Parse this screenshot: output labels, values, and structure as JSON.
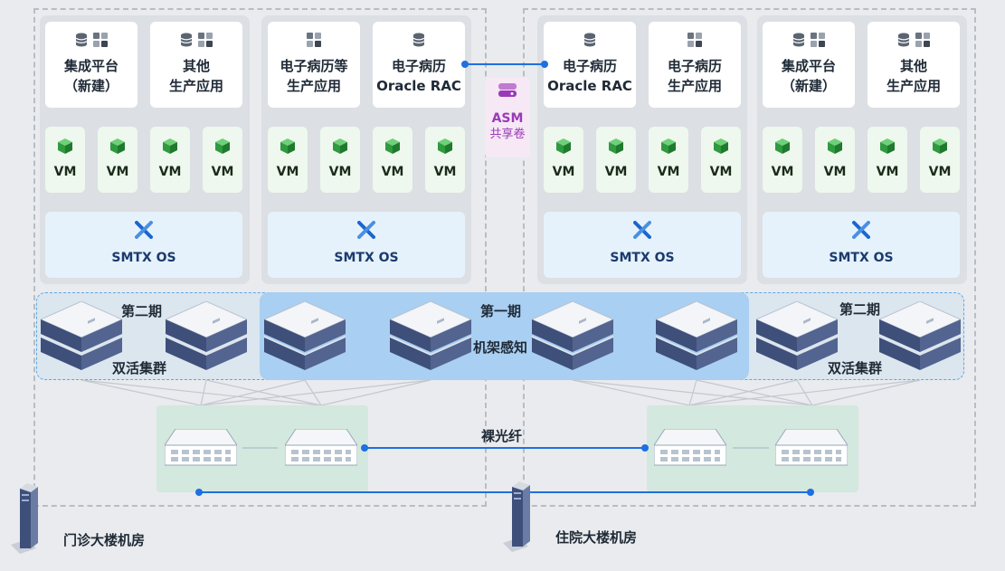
{
  "left_room": {
    "name": "门诊大楼机房",
    "cluster_a": {
      "apps": [
        {
          "line1": "集成平台",
          "line2": "（新建）",
          "icons": [
            "database-icon",
            "grid-icon"
          ]
        },
        {
          "line1": "其他",
          "line2": "生产应用",
          "icons": [
            "database-icon",
            "grid-icon"
          ]
        }
      ],
      "vms": [
        "VM",
        "VM",
        "VM",
        "VM"
      ],
      "os": "SMTX OS"
    },
    "cluster_b": {
      "apps": [
        {
          "line1": "电子病历等",
          "line2": "生产应用",
          "icons": [
            "grid-icon"
          ]
        },
        {
          "line1": "电子病历",
          "line2": "Oracle RAC",
          "icons": [
            "database-icon"
          ]
        }
      ],
      "vms": [
        "VM",
        "VM",
        "VM",
        "VM"
      ],
      "os": "SMTX OS"
    }
  },
  "right_room": {
    "name": "住院大楼机房",
    "cluster_c": {
      "apps": [
        {
          "line1": "电子病历",
          "line2": "Oracle RAC",
          "icons": [
            "database-icon"
          ]
        },
        {
          "line1": "电子病历",
          "line2": "生产应用",
          "icons": [
            "grid-icon"
          ]
        }
      ],
      "vms": [
        "VM",
        "VM",
        "VM",
        "VM"
      ],
      "os": "SMTX OS"
    },
    "cluster_d": {
      "apps": [
        {
          "line1": "集成平台",
          "line2": "（新建）",
          "icons": [
            "database-icon",
            "grid-icon"
          ]
        },
        {
          "line1": "其他",
          "line2": "生产应用",
          "icons": [
            "database-icon",
            "grid-icon"
          ]
        }
      ],
      "vms": [
        "VM",
        "VM",
        "VM",
        "VM"
      ],
      "os": "SMTX OS"
    }
  },
  "asm": {
    "title": "ASM",
    "subtitle": "共享卷"
  },
  "servers": {
    "phase1": {
      "line1": "第一期",
      "line2": "机架感知"
    },
    "phase2_left": {
      "line1": "第二期",
      "line2": "双活集群"
    },
    "phase2_right": {
      "line1": "第二期",
      "line2": "双活集群"
    }
  },
  "network": {
    "fiber_label": "裸光纤"
  },
  "colors": {
    "link_blue": "#1e6fe0",
    "phase1_bg": "#a9cff2",
    "vm_green": "#3aa44a",
    "os_blue": "#1a5fc6",
    "switch_bg": "#d3e8de",
    "asm_purple": "#9b3ab8"
  }
}
